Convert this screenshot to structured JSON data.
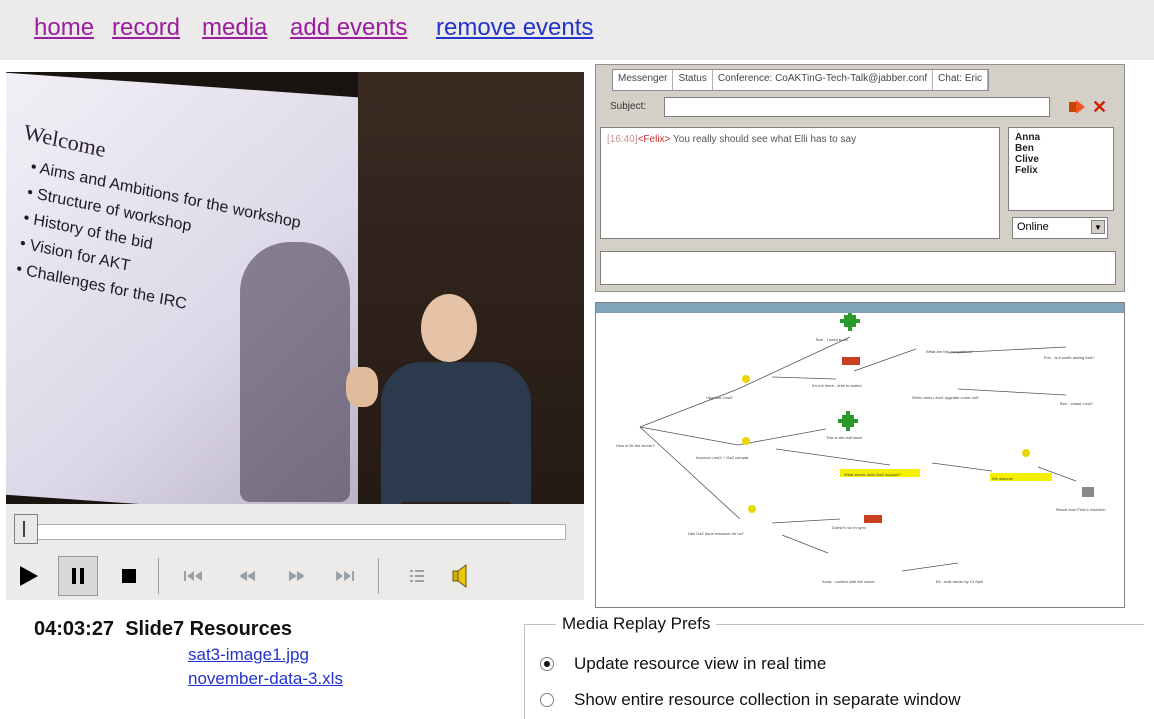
{
  "nav": {
    "home": "home",
    "record": "record",
    "media": "media",
    "add_events": "add events",
    "remove_events": "remove events"
  },
  "video": {
    "slide_title": "Welcome",
    "bullets": [
      "Aims and Ambitions for the workshop",
      "Structure of workshop",
      "History of the bid",
      "Vision for AKT",
      "Challenges for the IRC"
    ]
  },
  "player": {
    "progress": 0.0,
    "controls": [
      "play-icon",
      "pause-icon",
      "stop-icon",
      "skip-start-icon",
      "rewind-icon",
      "fast-forward-icon",
      "skip-end-icon",
      "playlist-icon",
      "volume-icon"
    ]
  },
  "chat": {
    "tabs": [
      "Messenger",
      "Status",
      "Conference: CoAKTinG-Tech-Talk@jabber.conf",
      "Chat: Eric"
    ],
    "subject_label": "Subject:",
    "message": {
      "time": "[16:40]",
      "nick": "<Felix>",
      "text": "You really should see what Elli has to say"
    },
    "users": [
      "Anna",
      "Ben",
      "Clive",
      "Felix"
    ],
    "status": "Online"
  },
  "resources": {
    "timestamp": "04:03:27",
    "heading": "Slide7 Resources",
    "links": [
      "sat3-image1.jpg",
      "november-data-3.xls"
    ]
  },
  "prefs": {
    "legend": "Media Replay Prefs",
    "options": [
      {
        "label": "Update resource view in real time",
        "selected": true
      },
      {
        "label": "Show entire resource collection in separate window",
        "selected": false
      }
    ]
  },
  "colors": {
    "link": "#9a1d9e",
    "link_active": "#2233cc",
    "topbar": "#ecebe9"
  }
}
